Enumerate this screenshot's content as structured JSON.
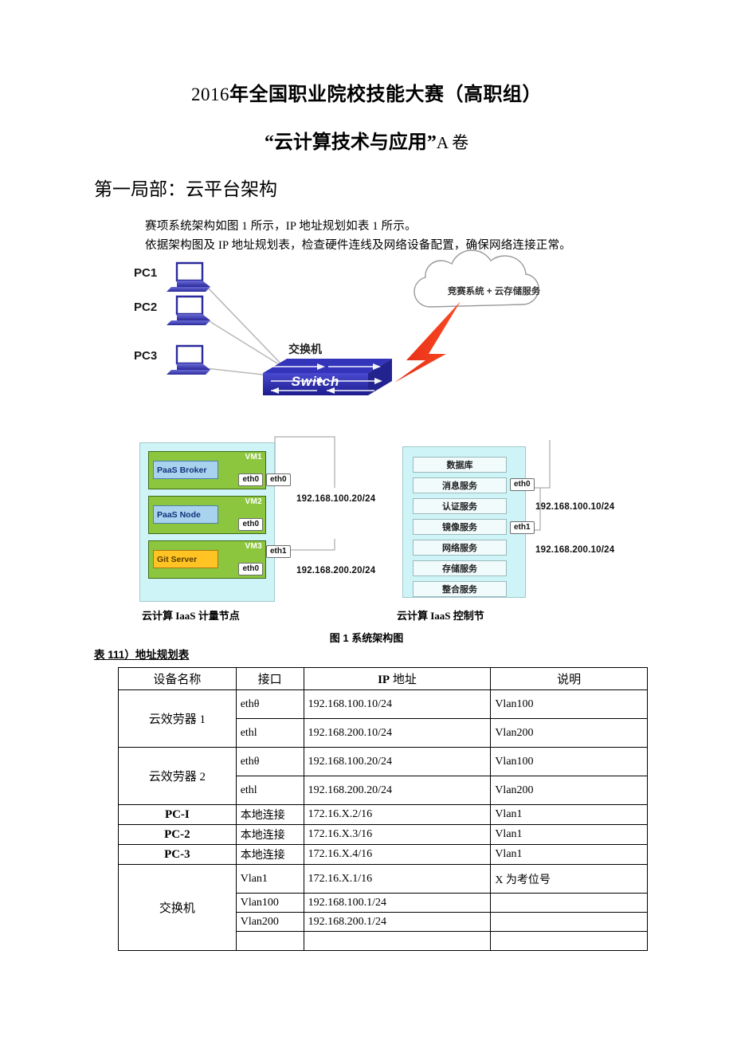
{
  "document": {
    "title_line1_year": "2016",
    "title_line1_rest": "年全国职业院校技能大赛（高职组）",
    "title_line2_main": "“云计算技术与应用”",
    "title_line2_volume": "A 卷",
    "section_heading": "第一局部：云平台架构",
    "body_lines": [
      "赛项系统架构如图 1 所示，IP 地址规划如表 1 所示。",
      "依据架构图及 IP 地址规划表，检查硬件连线及网络设备配置，确保网络连接正常。"
    ],
    "figure_caption": "图 1 系统架构图",
    "table_caption": "表 111）地址规划表"
  },
  "diagram": {
    "pcs": [
      "PC1",
      "PC2",
      "PC3"
    ],
    "switch_label": "交换机",
    "switch_device_text": "Switch",
    "cloud_text": "竞赛系统 + 云存储服务",
    "compute_node": {
      "caption": "云计算 IaaS 计量节点",
      "vms": [
        {
          "tag": "VM1",
          "name": "PaaS Broker",
          "nic": "eth0",
          "style": "blue"
        },
        {
          "tag": "VM2",
          "name": "PaaS Node",
          "nic": "eth0",
          "style": "blue"
        },
        {
          "tag": "VM3",
          "name": "Git Server",
          "nic": "eth0",
          "style": "orange"
        }
      ],
      "host_nics": [
        {
          "name": "eth0",
          "ip": "192.168.100.20/24"
        },
        {
          "name": "eth1",
          "ip": "192.168.200.20/24"
        }
      ]
    },
    "control_node": {
      "caption": "云计算 IaaS 控制节",
      "services": [
        "数据库",
        "消息服务",
        "认证服务",
        "镜像服务",
        "网络服务",
        "存储服务",
        "整合服务"
      ],
      "host_nics": [
        {
          "name": "eth0",
          "ip": "192.168.100.10/24"
        },
        {
          "name": "eth1",
          "ip": "192.168.200.10/24"
        }
      ]
    },
    "colors": {
      "pc_body": "#3b3bbd",
      "switch_body": "#2b2bb5",
      "bolt": "#ee3322",
      "cloud_outline": "#8c8c8c",
      "iaas_fill": "#CFF4F7",
      "vm_green": "#8CC63E",
      "vm_inner_blue": "#A9D2EE",
      "vm_inner_orange": "#FFC423"
    }
  },
  "table": {
    "headers": [
      "设备名称",
      "接口",
      "IP 地址",
      "说明"
    ],
    "rows": [
      {
        "device": "云效劳器 1",
        "device_rowspan": 2,
        "device_bold": false,
        "interface": "ethθ",
        "ip": "192.168.100.10/24",
        "note": "Vlan100",
        "tall": true
      },
      {
        "device": null,
        "interface": "ethl",
        "ip": "192.168.200.10/24",
        "note": "Vlan200",
        "tall": true
      },
      {
        "device": "云效劳器 2",
        "device_rowspan": 2,
        "device_bold": false,
        "interface": "ethθ",
        "ip": "192.168.100.20/24",
        "note": "Vlan100",
        "tall": true
      },
      {
        "device": null,
        "interface": "ethl",
        "ip": "192.168.200.20/24",
        "note": "Vlan200",
        "tall": true
      },
      {
        "device": "PC-I",
        "device_rowspan": 1,
        "device_bold": true,
        "interface": "本地连接",
        "ip": "172.16.X.2/16",
        "note": "Vlan1",
        "tall": false
      },
      {
        "device": "PC-2",
        "device_rowspan": 1,
        "device_bold": true,
        "interface": "本地连接",
        "ip": "172.16.X.3/16",
        "note": "Vlan1",
        "tall": false
      },
      {
        "device": "PC-3",
        "device_rowspan": 1,
        "device_bold": true,
        "interface": "本地连接",
        "ip": "172.16.X.4/16",
        "note": "Vlan1",
        "tall": false
      },
      {
        "device": "交换机",
        "device_rowspan": 4,
        "device_bold": false,
        "interface": "Vlan1",
        "ip": "172.16.X.1/16",
        "note": "X 为考位号",
        "tall": true
      },
      {
        "device": null,
        "interface": "Vlan100",
        "ip": "192.168.100.1/24",
        "note": "",
        "tall": false
      },
      {
        "device": null,
        "interface": "Vlan200",
        "ip": "192.168.200.1/24",
        "note": "",
        "tall": false
      },
      {
        "device": null,
        "interface": "",
        "ip": "",
        "note": "",
        "tall": false
      }
    ]
  }
}
